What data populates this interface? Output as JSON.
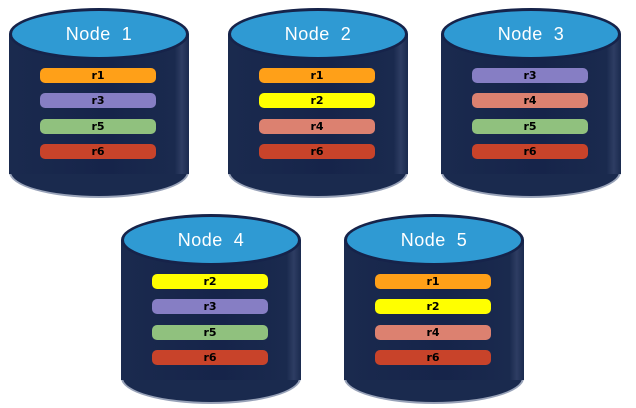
{
  "diagram": {
    "description_colors": {
      "background": "#ffffff",
      "cylinder_body": "#1a2a4e",
      "cylinder_top_fill": "#2f9ad3",
      "cylinder_outline": "#16234a",
      "bottom_rim": "#98a2b8",
      "title_text": "#ffffff",
      "bar_text": "#000000"
    }
  },
  "nodes": [
    {
      "title": "Node  1",
      "bars": [
        {
          "label": "r1",
          "color": "#ffa018"
        },
        {
          "label": "r3",
          "color": "#867ec4"
        },
        {
          "label": "r5",
          "color": "#90c17e"
        },
        {
          "label": "r6",
          "color": "#c8432a"
        }
      ]
    },
    {
      "title": "Node  2",
      "bars": [
        {
          "label": "r1",
          "color": "#ffa018"
        },
        {
          "label": "r2",
          "color": "#ffff00"
        },
        {
          "label": "r4",
          "color": "#dc8170"
        },
        {
          "label": "r6",
          "color": "#c8432a"
        }
      ]
    },
    {
      "title": "Node  3",
      "bars": [
        {
          "label": "r3",
          "color": "#867ec4"
        },
        {
          "label": "r4",
          "color": "#dc8170"
        },
        {
          "label": "r5",
          "color": "#90c17e"
        },
        {
          "label": "r6",
          "color": "#c8432a"
        }
      ]
    },
    {
      "title": "Node  4",
      "bars": [
        {
          "label": "r2",
          "color": "#ffff00"
        },
        {
          "label": "r3",
          "color": "#867ec4"
        },
        {
          "label": "r5",
          "color": "#90c17e"
        },
        {
          "label": "r6",
          "color": "#c8432a"
        }
      ]
    },
    {
      "title": "Node  5",
      "bars": [
        {
          "label": "r1",
          "color": "#ffa018"
        },
        {
          "label": "r2",
          "color": "#ffff00"
        },
        {
          "label": "r4",
          "color": "#dc8170"
        },
        {
          "label": "r6",
          "color": "#c8432a"
        }
      ]
    }
  ]
}
